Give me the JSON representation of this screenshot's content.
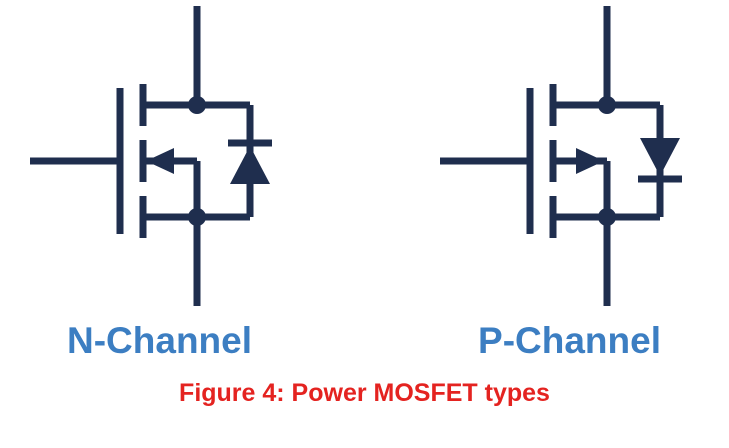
{
  "colors": {
    "background": "#ffffff",
    "symbol": "#1f2e4e",
    "label": "#3c7ec2",
    "caption": "#e42320"
  },
  "figures": [
    {
      "id": "n-channel",
      "label": "N-Channel",
      "arrow_direction": "into-channel",
      "body_diode": "cathode-up"
    },
    {
      "id": "p-channel",
      "label": "P-Channel",
      "arrow_direction": "out-of-channel",
      "body_diode": "cathode-down"
    }
  ],
  "caption": "Figure 4: Power MOSFET types"
}
